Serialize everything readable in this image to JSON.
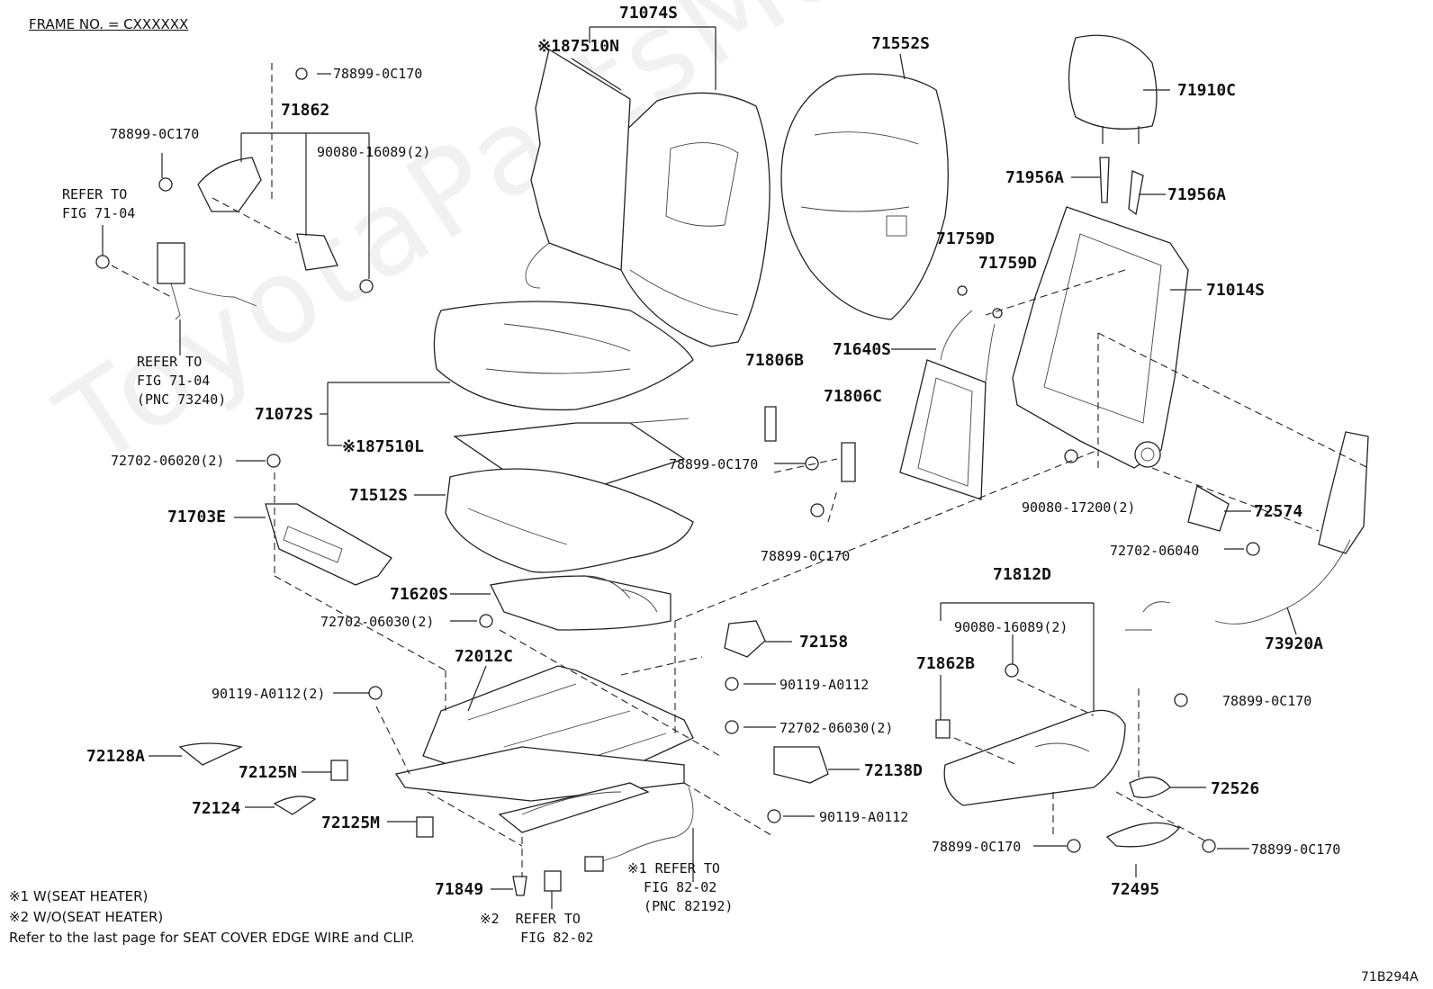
{
  "frame_no": "FRAME NO. = CXXXXXX",
  "watermark": "ToyotaPartsMan.ru",
  "figure_code": "71B294A",
  "footnotes": {
    "note1": "※1 W(SEAT HEATER)",
    "note2": "※2 W/O(SEAT HEATER)",
    "note3": "Refer to the last page for SEAT COVER EDGE WIRE and CLIP."
  },
  "refs": {
    "fig_71_04_a": "REFER TO\nFIG 71-04",
    "fig_71_04_b": "REFER TO\nFIG 71-04\n(PNC 73240)",
    "fig_82_02_a": "※1 REFER TO\n  FIG 82-02\n  (PNC 82192)",
    "fig_82_02_b": "※2  REFER TO\n     FIG 82-02"
  },
  "parts": {
    "p71074S": "71074S",
    "p87510N": "※187510N",
    "p71552S": "71552S",
    "p71910C": "71910C",
    "p71956A_1": "71956A",
    "p71956A_2": "71956A",
    "p71014S": "71014S",
    "p71759D_1": "71759D",
    "p71759D_2": "71759D",
    "p71640S": "71640S",
    "p71806B": "71806B",
    "p71806C": "71806C",
    "p78899_top": "78899-0C170",
    "p71862": "71862",
    "p78899_left": "78899-0C170",
    "p90080_16089_a": "90080-16089(2)",
    "p71072S": "71072S",
    "p87510L": "※187510L",
    "p72702_06020": "72702-06020(2)",
    "p71703E": "71703E",
    "p71512S": "71512S",
    "p78899_mid": "78899-0C170",
    "p78899_mid2": "78899-0C170",
    "p90080_17200": "90080-17200(2)",
    "p72574": "72574",
    "p72702_06040": "72702-06040",
    "p71620S": "71620S",
    "p72702_06030_a": "72702-06030(2)",
    "p72012C": "72012C",
    "p72158": "72158",
    "p71812D": "71812D",
    "p90080_16089_b": "90080-16089(2)",
    "p71862B": "71862B",
    "p73920A": "73920A",
    "p90119_A0112_2": "90119-A0112(2)",
    "p90119_A0112_a": "90119-A0112",
    "p72702_06030_b": "72702-06030(2)",
    "p78899_right1": "78899-0C170",
    "p72128A": "72128A",
    "p72125N": "72125N",
    "p72138D": "72138D",
    "p72526": "72526",
    "p72124": "72124",
    "p72125M": "72125M",
    "p90119_A0112_b": "90119-A0112",
    "p78899_bot": "78899-0C170",
    "p78899_right2": "78899-0C170",
    "p71849": "71849",
    "p72495": "72495"
  }
}
